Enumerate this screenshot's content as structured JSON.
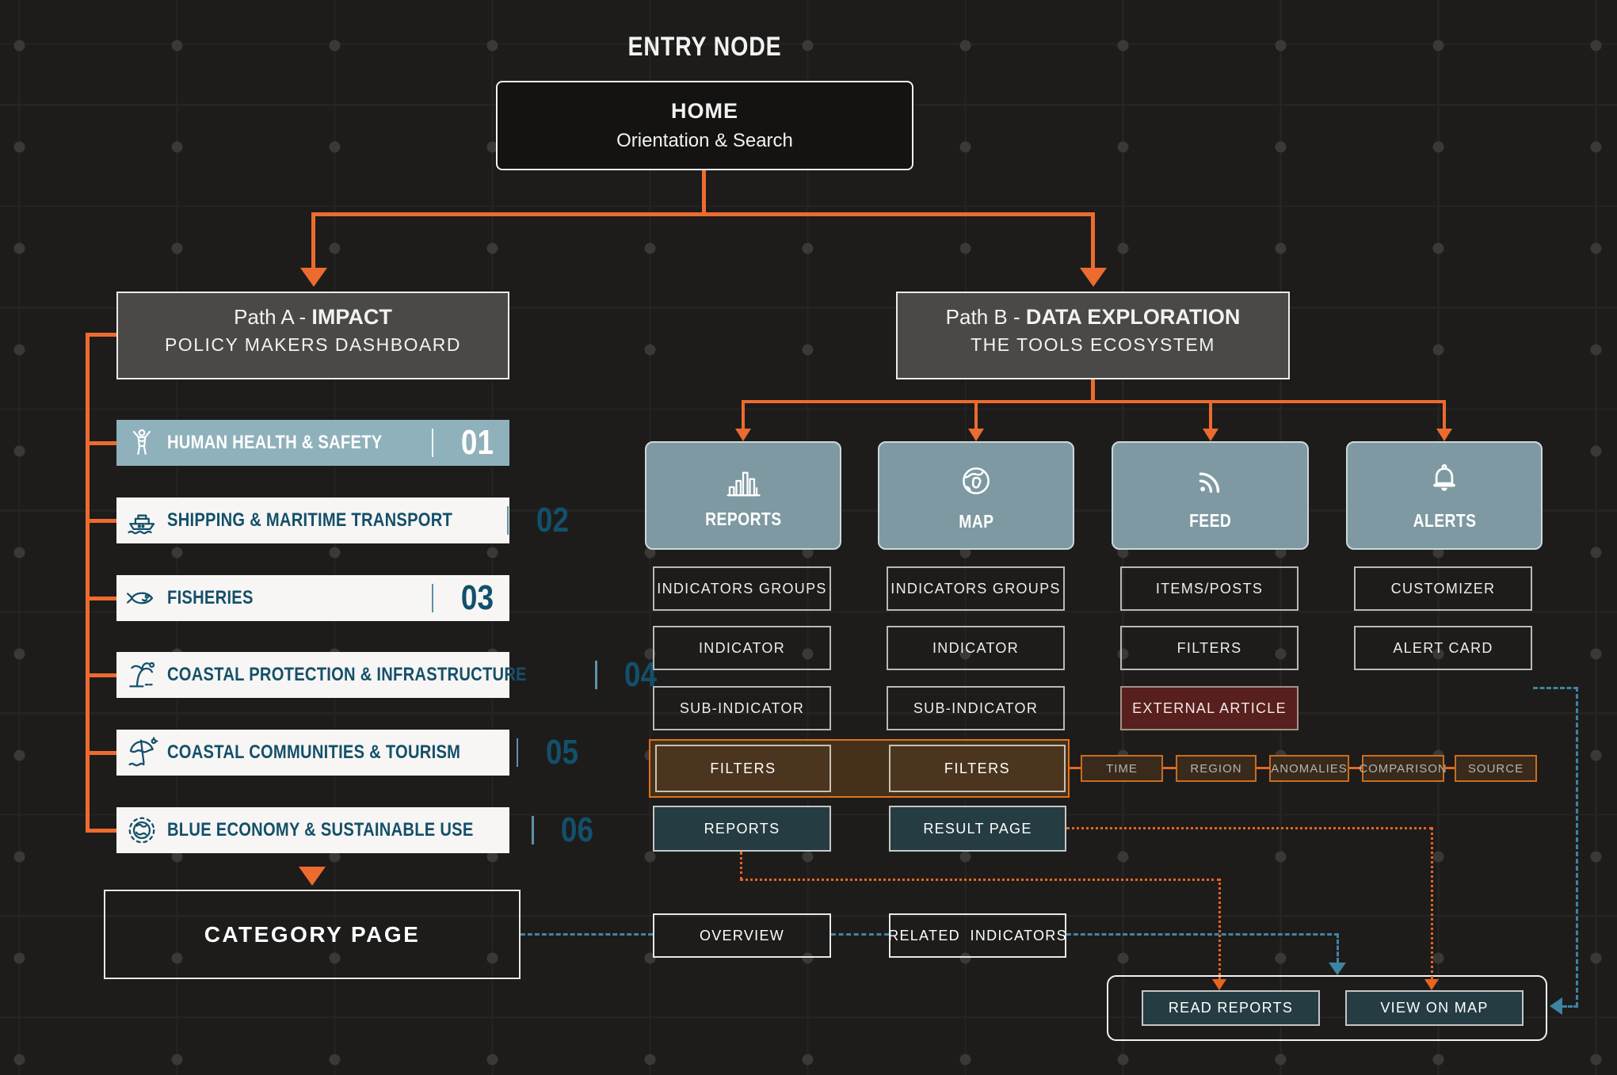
{
  "title": "ENTRY NODE",
  "home": {
    "title": "HOME",
    "subtitle": "Orientation & Search"
  },
  "paths": {
    "a": {
      "prefix": "Path A - ",
      "name": "IMPACT",
      "subtitle": "POLICY MAKERS DASHBOARD"
    },
    "b": {
      "prefix": "Path B - ",
      "name": "DATA EXPLORATION",
      "subtitle": "THE TOOLS ECOSYSTEM"
    }
  },
  "categories": [
    {
      "num": "01",
      "label": "HUMAN HEALTH & SAFETY",
      "icon": "person-icon",
      "highlighted": true
    },
    {
      "num": "02",
      "label": "SHIPPING & MARITIME TRANSPORT",
      "icon": "ship-icon",
      "highlighted": false
    },
    {
      "num": "03",
      "label": "FISHERIES",
      "icon": "fish-icon",
      "highlighted": false
    },
    {
      "num": "04",
      "label": "COASTAL PROTECTION & INFRASTRUCTURE",
      "icon": "palm-tree-icon",
      "highlighted": false
    },
    {
      "num": "05",
      "label": "COASTAL COMMUNITIES & TOURISM",
      "icon": "beach-umbrella-icon",
      "highlighted": false
    },
    {
      "num": "06",
      "label": "BLUE ECONOMY & SUSTAINABLE USE",
      "icon": "globe-icon",
      "highlighted": false
    }
  ],
  "category_page": {
    "label": "CATEGORY PAGE"
  },
  "tools": [
    {
      "label": "REPORTS",
      "icon": "bar-chart-icon",
      "children": [
        "INDICATORS GROUPS",
        "INDICATOR",
        "SUB-INDICATOR"
      ]
    },
    {
      "label": "MAP",
      "icon": "globe-map-icon",
      "children": [
        "INDICATORS GROUPS",
        "INDICATOR",
        "SUB-INDICATOR"
      ]
    },
    {
      "label": "FEED",
      "icon": "rss-icon",
      "children": [
        "ITEMS/POSTS",
        "FILTERS",
        "EXTERNAL ARTICLE"
      ]
    },
    {
      "label": "ALERTS",
      "icon": "bell-icon",
      "children": [
        "CUSTOMIZER",
        "ALERT CARD"
      ]
    }
  ],
  "filters_row": {
    "left": "FILTERS",
    "right": "FILTERS"
  },
  "filter_chips": [
    "TIME",
    "REGION",
    "ANOMALIES",
    "COMPARISON",
    "SOURCE"
  ],
  "flow_nodes": {
    "reports": "REPORTS",
    "result_page": "RESULT PAGE",
    "overview": "OVERVIEW",
    "related_indicators": "RELATED  INDICATORS"
  },
  "actions": {
    "read_reports": "READ REPORTS",
    "view_on_map": "VIEW ON MAP"
  },
  "colors": {
    "orange": "#ED6B2F",
    "teal_dash": "#3E84A0",
    "tile_bg": "#7E99A2",
    "highlight_bg": "#8FB1BB",
    "dark_teal_box": "#253C43",
    "external_article_bg": "#571F1E"
  }
}
